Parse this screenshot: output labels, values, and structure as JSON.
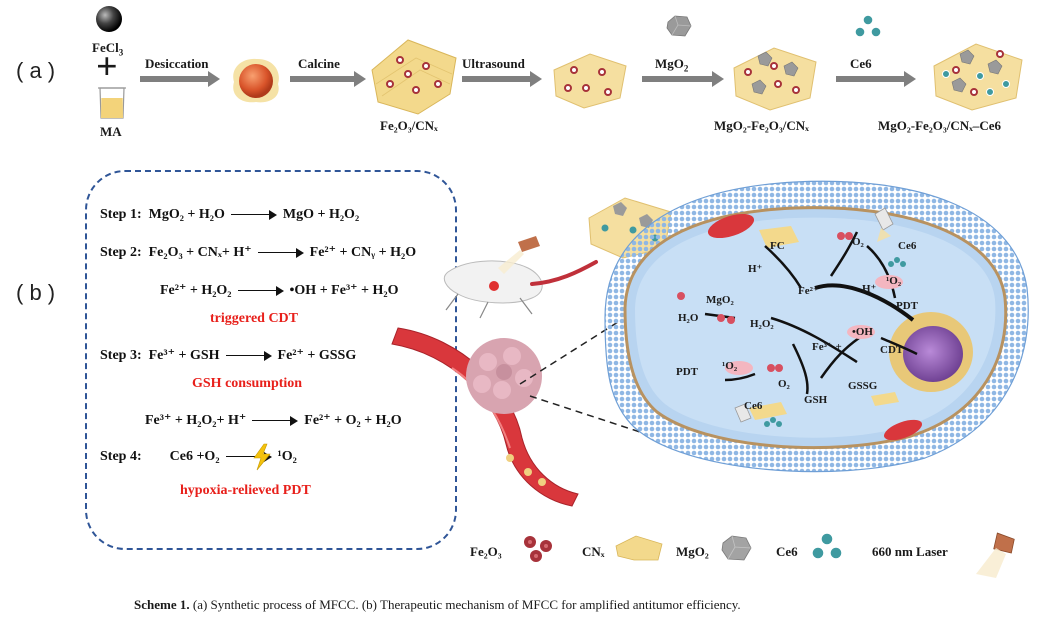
{
  "panel_a": {
    "label": "( a )",
    "reagent_top": "FeCl",
    "reagent_top_sub": "3",
    "reagent_bottom": "MA",
    "steps": [
      "Desiccation",
      "Calcine",
      "Ultrasound"
    ],
    "step_mgo2": "MgO",
    "step_mgo2_sub": "2",
    "step_ce6": "Ce6",
    "product1": "Fe₂O₃/CNₓ",
    "product2": "MgO₂-Fe₂O₃/CNₓ",
    "product3": "MgO₂-Fe₂O₃/CNₓ–Ce6"
  },
  "panel_b": {
    "label": "( b )",
    "equations": [
      {
        "step": "Step 1:",
        "lhs": "MgO₂ + H₂O",
        "rhs": "MgO  +  H₂O₂"
      },
      {
        "step": "Step 2:",
        "lhs": "Fe₂O₃ + CNₓ+ H⁺",
        "rhs": "Fe²⁺ + CNᵧ +  H₂O"
      },
      {
        "step": "",
        "lhs": "Fe²⁺ +  H₂O₂",
        "rhs": "•OH  +  Fe³⁺ + H₂O"
      },
      {
        "step": "Step 3:",
        "lhs": "Fe³⁺ + GSH",
        "rhs": "Fe²⁺ + GSSG"
      },
      {
        "step": "",
        "lhs": "Fe³⁺ +  H₂O₂+ H⁺",
        "rhs": "Fe²⁺ +  O₂  +  H₂O"
      },
      {
        "step": "Step 4:",
        "lhs": "Ce6  +O₂",
        "rhs": "¹O₂"
      }
    ],
    "labels_red": [
      "triggered CDT",
      "GSH consumption",
      "hypoxia-relieved PDT"
    ],
    "cell_labels": {
      "fc": "FC",
      "hplus1": "H⁺",
      "hplus2": "H⁺",
      "fe2": "Fe²⁺",
      "o2_top": "O₂",
      "ce6_top": "Ce6",
      "singlet_top": "¹O₂",
      "pdt_right": "PDT",
      "h2o": "H₂O",
      "mgo2": "MgO₂",
      "h2o2": "H₂O₂",
      "fe3": "Fe³⁺ +",
      "oh": "•OH",
      "cdt": "CDT",
      "pdt_left": "PDT",
      "singlet_left": "¹O₂",
      "o2_mid": "O₂",
      "gsh": "GSH",
      "gssg": "GSSG",
      "ce6_bottom": "Ce6"
    }
  },
  "legend": [
    {
      "name": "Fe₂O₃",
      "icon": "fe2o3-particles-icon"
    },
    {
      "name": "CNₓ",
      "icon": "cnx-sheet-icon"
    },
    {
      "name": "MgO₂",
      "icon": "mgo2-cluster-icon"
    },
    {
      "name": "Ce6",
      "icon": "ce6-particles-icon"
    },
    {
      "name": "660 nm Laser",
      "icon": "laser-icon"
    }
  ],
  "caption": {
    "bold": "Scheme 1.",
    "text": " (a) Synthetic process of MFCC. (b) Therapeutic mechanism of MFCC for amplified antitumor efficiency."
  },
  "colors": {
    "arrow_gray": "#7f7f7f",
    "sheet_yellow": "#f3d98c",
    "fe2o3_red": "#a7323a",
    "ce6_teal": "#3f9aa0",
    "cell_blue": "#9ec3ea",
    "dash_blue": "#2f5597",
    "highlight_red": "#e8201b"
  }
}
